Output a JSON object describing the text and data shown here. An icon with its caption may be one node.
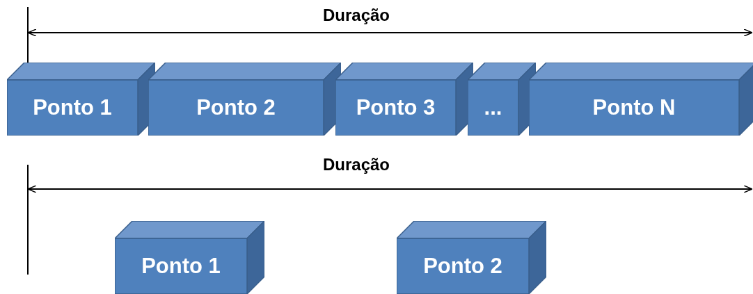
{
  "diagram": {
    "nodes": [
      {
        "text": [
          "Ponto 1"
        ]
      },
      {
        "text": [
          "Ponto 2"
        ]
      },
      {
        "text": [
          "Ponto 3"
        ]
      },
      {
        "text": [
          "..."
        ]
      },
      {
        "text": [
          "Ponto N"
        ]
      },
      {
        "text": [
          "Ponto 1"
        ]
      },
      {
        "text": [
          "Ponto 2"
        ]
      }
    ],
    "labels": [
      "Duração",
      "Duração"
    ]
  }
}
